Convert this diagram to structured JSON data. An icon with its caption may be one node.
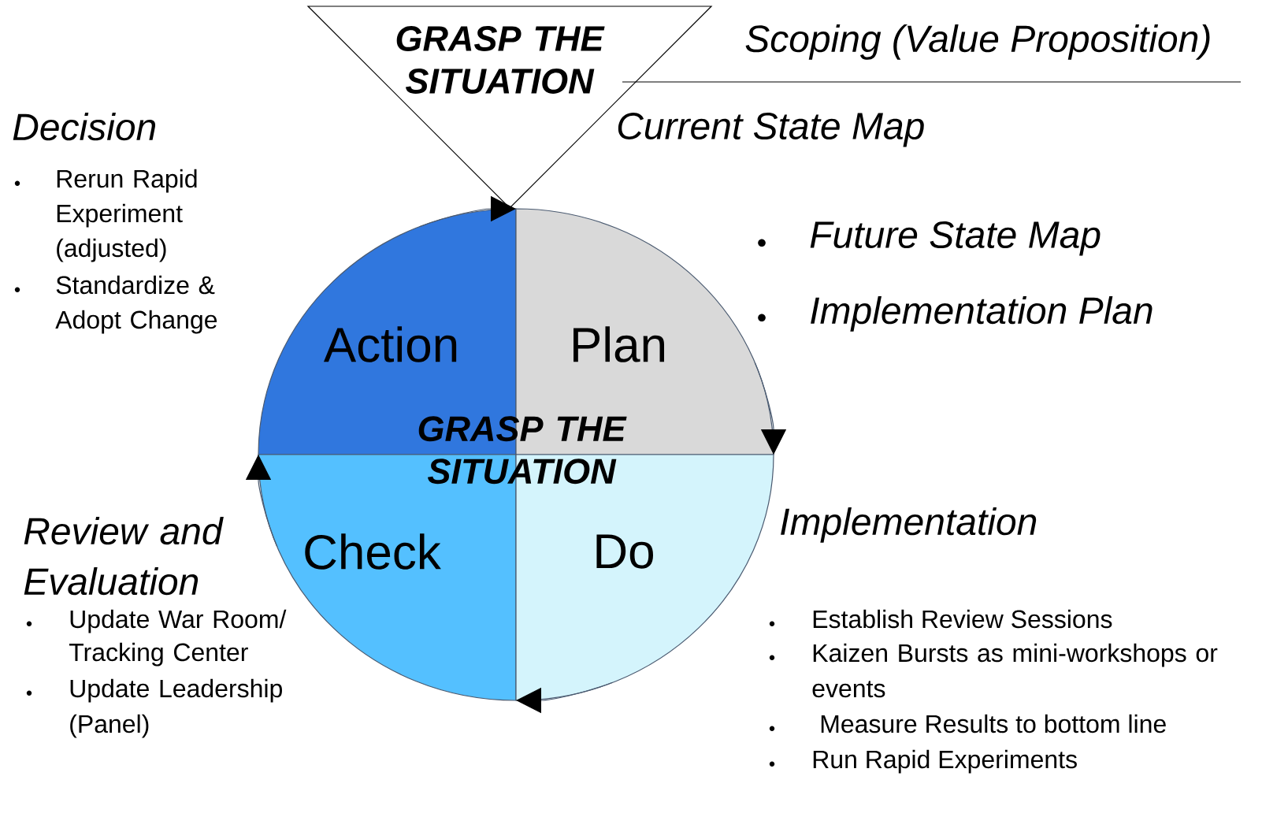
{
  "diagram": {
    "nodes": [
      {
        "text": [
          "GRASP THE SITUATION"
        ]
      },
      {
        "text": [
          "Action"
        ]
      },
      {
        "text": [
          "Plan"
        ]
      },
      {
        "text": [
          "Check"
        ]
      },
      {
        "text": [
          "Do"
        ]
      }
    ],
    "edges": [
      {
        "from": 1,
        "to": 2,
        "arrow": "to"
      },
      {
        "from": 2,
        "to": 4,
        "arrow": "to"
      },
      {
        "from": 4,
        "to": 3,
        "arrow": "to"
      },
      {
        "from": 3,
        "to": 1,
        "arrow": "to"
      }
    ],
    "labels": [
      "Scoping (Value Proposition)",
      "Decision",
      "Rerun Rapid Experiment (adjusted)",
      "Standardize & Adopt Change",
      "Current State Map",
      "Future State Map",
      "Implementation Plan",
      "GRASP THE SITUATION",
      "Review and Evaluation",
      "Update War Room/ Tracking Center",
      "Update Leadership (Panel)",
      "Implementation",
      "Establish Review Sessions",
      "Kaizen Bursts as mini-workshops or events",
      "Measure Results to bottom line",
      "Run Rapid Experiments"
    ]
  }
}
